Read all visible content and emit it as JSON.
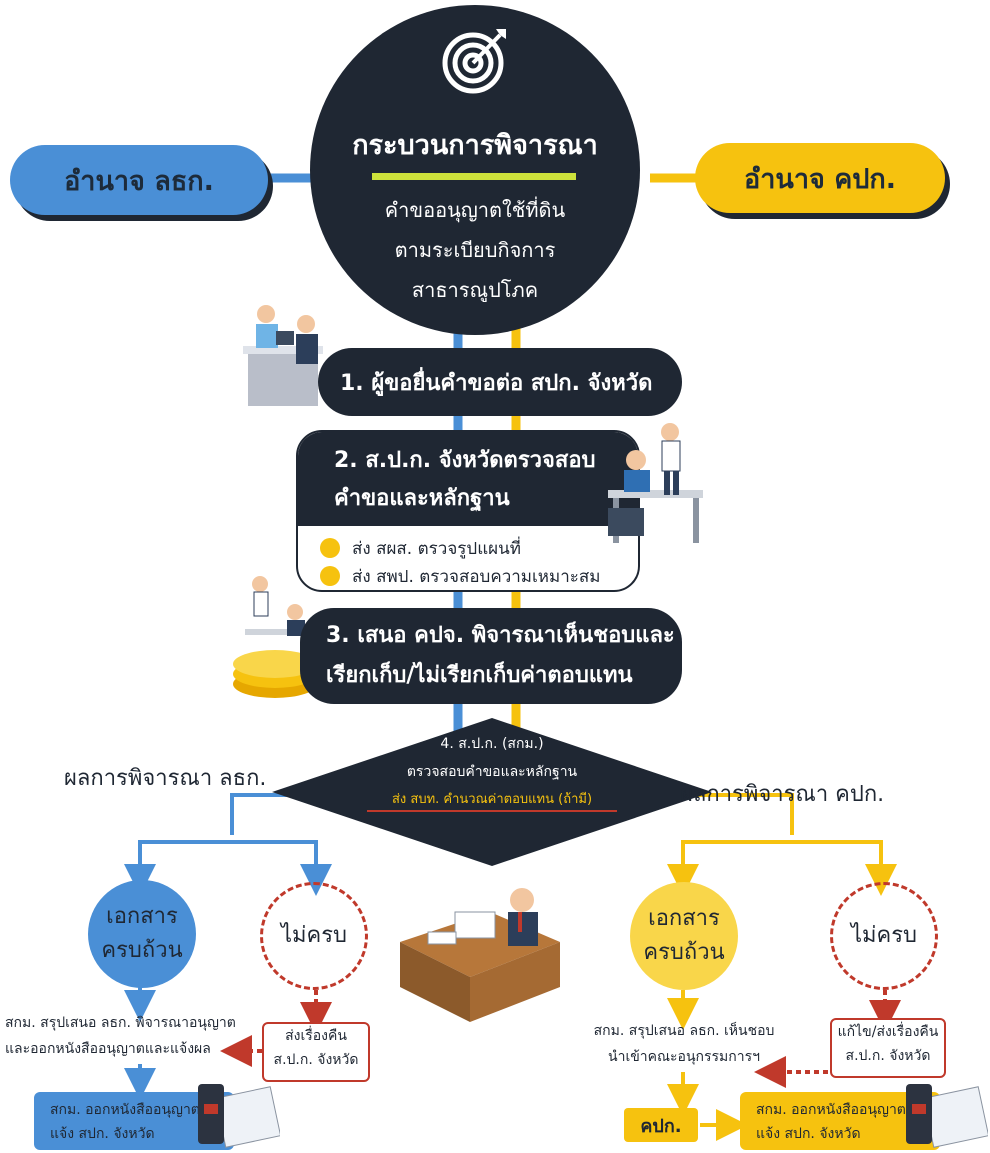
{
  "colors": {
    "blue": "#4a8fd6",
    "yellow": "#f6c20f",
    "dark": "#1f2733",
    "red": "#c0392b",
    "green": "#cde23b"
  },
  "left_authority": "อำนาจ ลธก.",
  "right_authority": "อำนาจ คปก.",
  "center": {
    "icon": "target-icon",
    "title": "กระบวนการพิจารณา",
    "subtitle_lines": [
      "คำขออนุญาตใช้ที่ดิน",
      "ตามระเบียบกิจการ",
      "สาธารณูปโภค"
    ]
  },
  "step1": "1. ผู้ขอยื่นคำขอต่อ สปก. จังหวัด",
  "step2": {
    "title_lines": [
      "2. ส.ป.ก. จังหวัดตรวจสอบ",
      "คำขอและหลักฐาน"
    ],
    "bullets": [
      "ส่ง สผส. ตรวจรูปแผนที่",
      "ส่ง สพป. ตรวจสอบความเหมาะสม"
    ]
  },
  "step3": {
    "lines": [
      "3. เสนอ คปจ. พิจารณาเห็นชอบและ",
      "เรียกเก็บ/ไม่เรียกเก็บค่าตอบแทน"
    ]
  },
  "step4": {
    "line1": "4. ส.ป.ก. (สกม.)",
    "line2": "ตรวจสอบคำขอและหลักฐาน",
    "line3": "ส่ง สบท. คำนวณค่าตอบแทน (ถ้ามี)"
  },
  "left_result": {
    "heading": "ผลการพิจารณา ลธก.",
    "complete_lines": [
      "เอกสาร",
      "ครบถ้วน"
    ],
    "incomplete": "ไม่ครบ",
    "summary_lines": [
      "สกม. สรุปเสนอ ลธก. พิจารณาอนุญาต",
      "และออกหนังสืออนุญาตและแจ้งผล"
    ],
    "return_lines": [
      "ส่งเรื่องคืน",
      "ส.ป.ก. จังหวัด"
    ],
    "final_lines": [
      "สกม. ออกหนังสืออนุญาต",
      "แจ้ง สปก. จังหวัด"
    ]
  },
  "right_result": {
    "heading": "ผลการพิจารณา คปก.",
    "complete_lines": [
      "เอกสาร",
      "ครบถ้วน"
    ],
    "incomplete": "ไม่ครบ",
    "summary_lines": [
      "สกม. สรุปเสนอ ลธก. เห็นชอบ",
      "นำเข้าคณะอนุกรรมการฯ"
    ],
    "return_lines": [
      "แก้ไข/ส่งเรื่องคืน",
      "ส.ป.ก. จังหวัด"
    ],
    "committee": "คปก.",
    "final_lines": [
      "สกม. ออกหนังสืออนุญาต",
      "แจ้ง สปก. จังหวัด"
    ]
  }
}
